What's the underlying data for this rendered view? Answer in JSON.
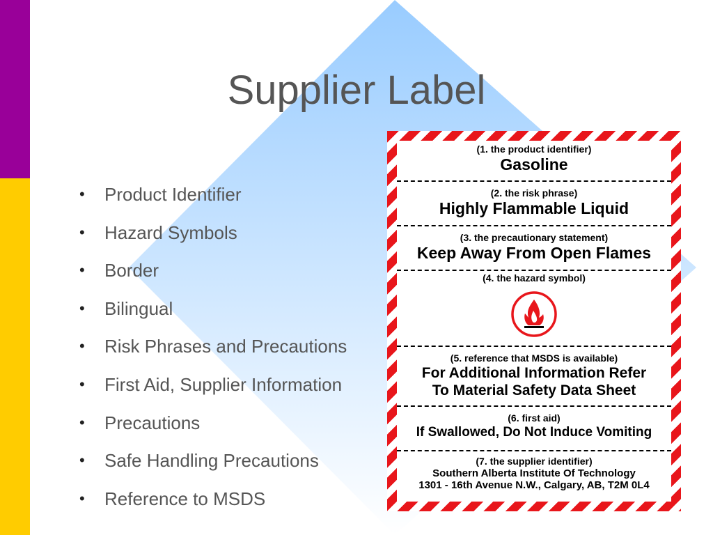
{
  "slide": {
    "title": "Supplier Label",
    "bullets": [
      "Product Identifier",
      "Hazard Symbols",
      "Border",
      "Bilingual",
      "Risk Phrases and Precautions",
      "First Aid, Supplier Information",
      "Precautions",
      "Safe Handling Precautions",
      "Reference to MSDS"
    ]
  },
  "label": {
    "s1_caption": "(1. the product identifier)",
    "s1_text": "Gasoline",
    "s2_caption": "(2. the risk phrase)",
    "s2_text": "Highly Flammable Liquid",
    "s3_caption": "(3. the precautionary statement)",
    "s3_text": "Keep Away From Open Flames",
    "s4_caption": "(4. the hazard symbol)",
    "s4_icon": "flame-in-circle-icon",
    "s5_caption": "(5. reference that MSDS is available)",
    "s5_line1": "For Additional Information Refer",
    "s5_line2": "To Material Safety Data Sheet",
    "s6_caption": "(6. first aid)",
    "s6_text": "If Swallowed, Do Not Induce Vomiting",
    "s7_caption": "(7. the supplier identifier)",
    "s7_line1": "Southern Alberta Institute Of Technology",
    "s7_line2": "1301 - 16th Avenue N.W., Calgary, AB, T2M 0L4"
  },
  "colors": {
    "purple_bar": "#990099",
    "yellow_bar": "#ffcc00",
    "diamond": "#99ccff",
    "label_border": "#e8161b"
  }
}
